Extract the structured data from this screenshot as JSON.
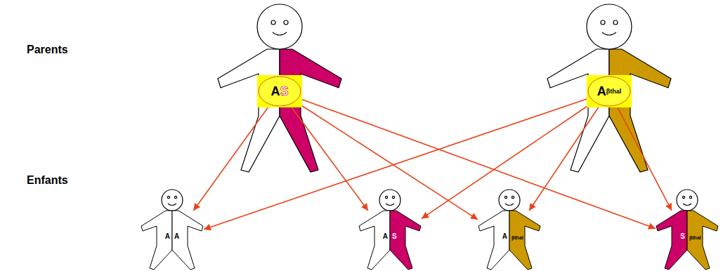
{
  "diagram": {
    "nodes": [
      {
        "text": [
          "A",
          "S"
        ]
      },
      {
        "text": [
          "A",
          "βthal"
        ]
      },
      {
        "text": [
          "A",
          "A"
        ]
      },
      {
        "text": [
          "A",
          "S"
        ]
      },
      {
        "text": [
          "A",
          "βthal"
        ]
      },
      {
        "text": [
          "S",
          "βthal"
        ]
      }
    ],
    "edges": [
      {
        "from": 0,
        "to": 2,
        "arrow": "to"
      },
      {
        "from": 0,
        "to": 3,
        "arrow": "to"
      },
      {
        "from": 0,
        "to": 4,
        "arrow": "to"
      },
      {
        "from": 0,
        "to": 5,
        "arrow": "to"
      },
      {
        "from": 1,
        "to": 2,
        "arrow": "to"
      },
      {
        "from": 1,
        "to": 3,
        "arrow": "to"
      },
      {
        "from": 1,
        "to": 4,
        "arrow": "to"
      },
      {
        "from": 1,
        "to": 5,
        "arrow": "to"
      }
    ],
    "labels": [
      "Parents",
      "Enfants"
    ]
  }
}
